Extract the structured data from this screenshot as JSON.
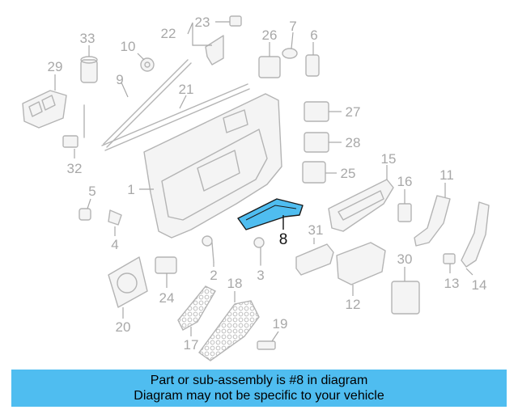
{
  "diagram": {
    "callouts": [
      {
        "id": "1",
        "text": "1"
      },
      {
        "id": "2",
        "text": "2"
      },
      {
        "id": "3",
        "text": "3"
      },
      {
        "id": "4",
        "text": "4"
      },
      {
        "id": "5",
        "text": "5"
      },
      {
        "id": "6",
        "text": "6"
      },
      {
        "id": "7",
        "text": "7"
      },
      {
        "id": "8",
        "text": "8"
      },
      {
        "id": "9",
        "text": "9"
      },
      {
        "id": "10",
        "text": "10"
      },
      {
        "id": "11",
        "text": "11"
      },
      {
        "id": "12",
        "text": "12"
      },
      {
        "id": "13",
        "text": "13"
      },
      {
        "id": "14",
        "text": "14"
      },
      {
        "id": "15",
        "text": "15"
      },
      {
        "id": "16",
        "text": "16"
      },
      {
        "id": "17",
        "text": "17"
      },
      {
        "id": "18",
        "text": "18"
      },
      {
        "id": "19",
        "text": "19"
      },
      {
        "id": "20",
        "text": "20"
      },
      {
        "id": "21",
        "text": "21"
      },
      {
        "id": "22",
        "text": "22"
      },
      {
        "id": "23",
        "text": "23"
      },
      {
        "id": "24",
        "text": "24"
      },
      {
        "id": "25",
        "text": "25"
      },
      {
        "id": "26",
        "text": "26"
      },
      {
        "id": "27",
        "text": "27"
      },
      {
        "id": "28",
        "text": "28"
      },
      {
        "id": "29",
        "text": "29"
      },
      {
        "id": "30",
        "text": "30"
      },
      {
        "id": "31",
        "text": "31"
      },
      {
        "id": "32",
        "text": "32"
      },
      {
        "id": "33",
        "text": "33"
      }
    ],
    "highlighted_part": "8",
    "highlight_color": "#4fbdf0"
  },
  "banner": {
    "line1": "Part or sub-assembly is #8 in diagram",
    "line2": "Diagram may not be specific to your vehicle",
    "background": "#4fbdf0"
  }
}
